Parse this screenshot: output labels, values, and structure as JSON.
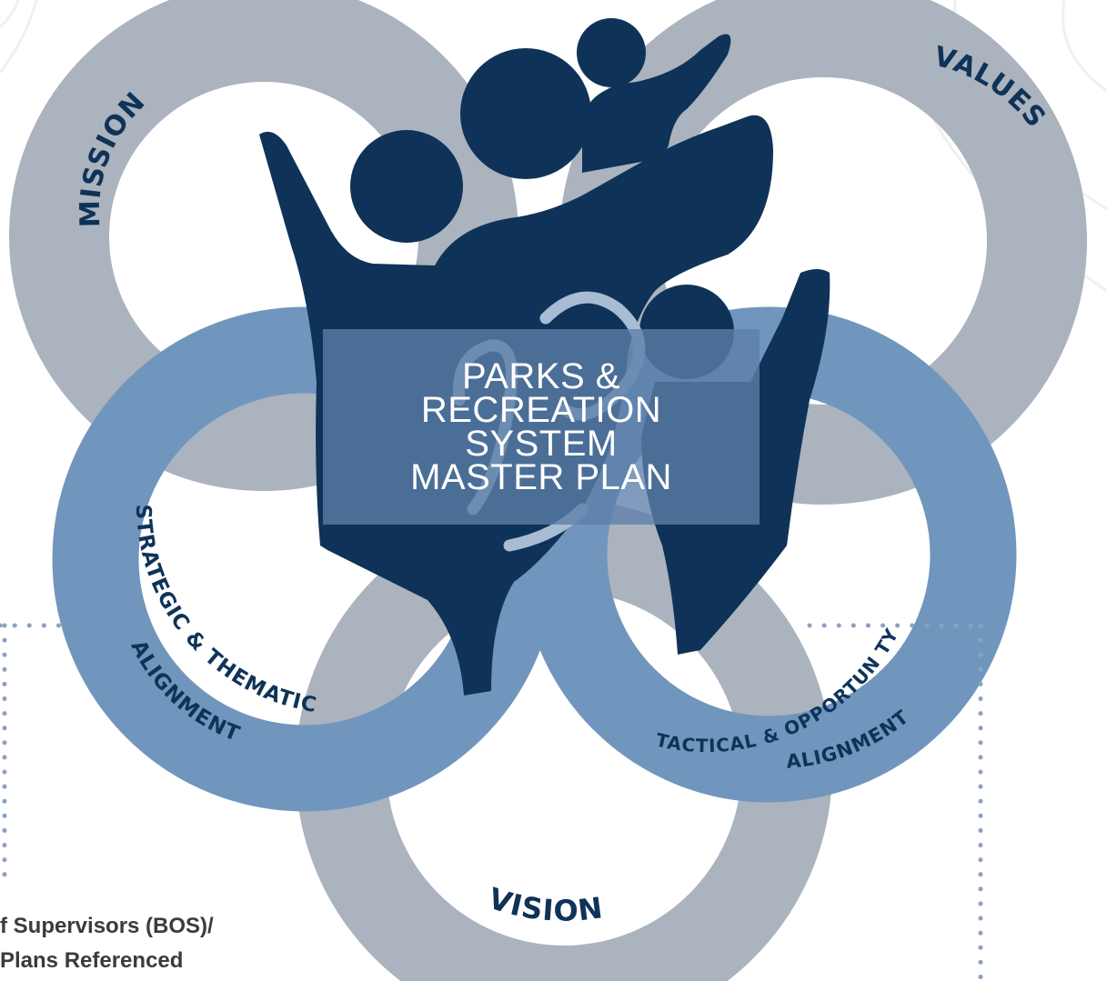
{
  "diagram": {
    "center_title_lines": [
      "PARKS &",
      "RECREATION",
      "SYSTEM",
      "MASTER PLAN"
    ],
    "rings": {
      "mission": "MISSION",
      "values": "VALUES",
      "vision": "VISION",
      "strategic_line1": "STRATEGIC & THEMATIC",
      "strategic_line2": "ALIGNMENT",
      "tactical_line1": "TACTICAL & OPPORTUN TY",
      "tactical_line2": "ALIGNMENT"
    },
    "footer_lines": [
      "f Supervisors (BOS)/",
      "Plans Referenced"
    ]
  },
  "colors": {
    "gray_ring": "#abb3bf",
    "blue_ring": "#7196bd",
    "navy": "#0f3358",
    "center_box": "#5c7fa9",
    "dots": "#8aa3c2"
  },
  "icons": [
    "family-figures-icon"
  ]
}
